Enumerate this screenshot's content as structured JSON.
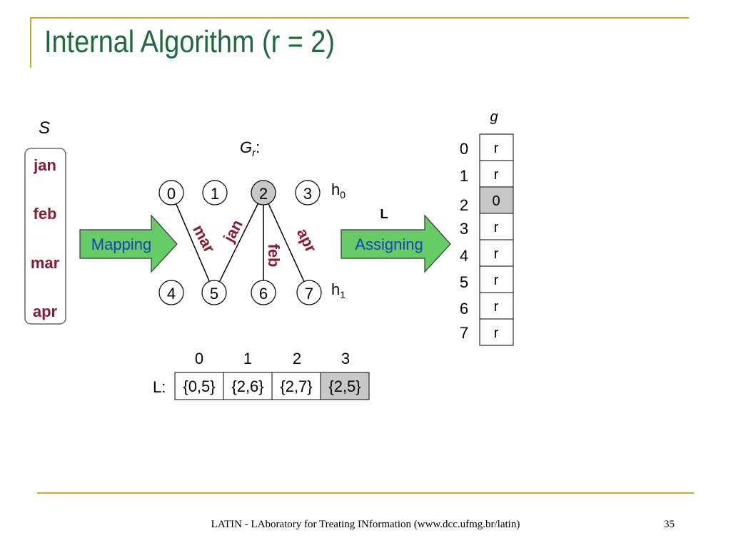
{
  "title": "Internal Algorithm (r = 2)",
  "set_label": "S",
  "set_items": [
    "jan",
    "feb",
    "mar",
    "apr"
  ],
  "mapping_label": "Mapping",
  "graph_label": {
    "main": "G",
    "sub": "r",
    "suffix": ":"
  },
  "row_labels": [
    {
      "main": "h",
      "sub": "0"
    },
    {
      "main": "h",
      "sub": "1"
    }
  ],
  "vertices_top": [
    "0",
    "1",
    "2",
    "3"
  ],
  "vertices_bottom": [
    "4",
    "5",
    "6",
    "7"
  ],
  "edge_labels": [
    "mar",
    "jan",
    "feb",
    "apr"
  ],
  "assigning_label": "Assigning",
  "assigning_top_label": "L",
  "g_table": {
    "title": "g",
    "indices": [
      "0",
      "1",
      "2",
      "3",
      "4",
      "5",
      "6",
      "7"
    ],
    "values": [
      "r",
      "r",
      "0",
      "r",
      "r",
      "r",
      "r",
      "r"
    ],
    "highlighted_index": 2
  },
  "l_table": {
    "prefix": "L:",
    "headers": [
      "0",
      "1",
      "2",
      "3"
    ],
    "values": [
      "{0,5}",
      "{2,6}",
      "{2,7}",
      "{2,5}"
    ],
    "highlighted_index": 3
  },
  "colors": {
    "title": "#1e6a3a",
    "words": "#8b1a2e",
    "arrow_fill": "#66cc66",
    "arrow_text": "#1a3fbf",
    "highlight": "#c8c8c8",
    "rule": "#d9a520"
  },
  "footer": "LATIN - LAboratory for Treating INformation (www.dcc.ufmg.br/latin)",
  "page_number": "35"
}
